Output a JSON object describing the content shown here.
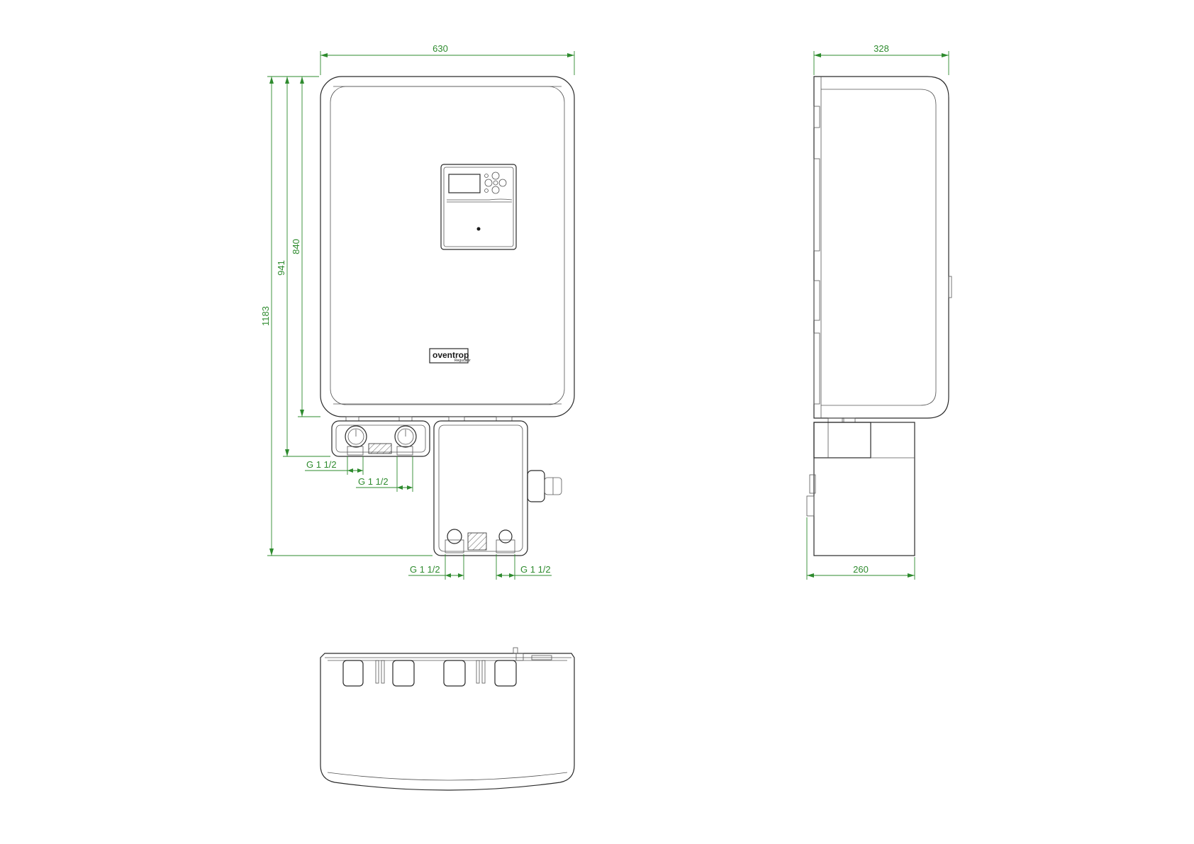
{
  "diagram": {
    "front_view": {
      "dims": {
        "width": "630",
        "h_total": "1183",
        "h_941": "941",
        "h_840": "840",
        "conn_top_left": "G 1 1/2",
        "conn_top_right": "G 1 1/2",
        "conn_bottom_left": "G 1 1/2",
        "conn_bottom_right": "G 1 1/2"
      },
      "logo": {
        "brand": "oventrop",
        "sub": "Regucalor"
      }
    },
    "side_view": {
      "dims": {
        "depth_top": "328",
        "depth_bottom": "260"
      }
    },
    "colors": {
      "dimension": "#2e8b2e",
      "outline": "#2a2a2a"
    }
  }
}
